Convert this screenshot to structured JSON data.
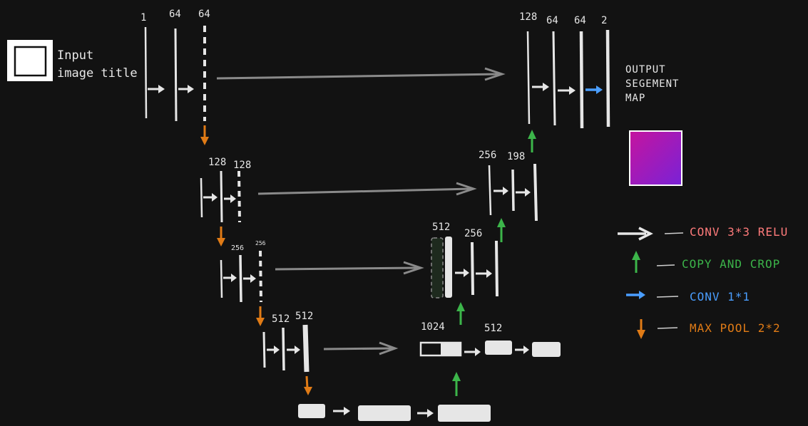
{
  "input": {
    "title": [
      "Input",
      "image title"
    ]
  },
  "output": {
    "title": [
      "OUTPUT",
      "SEGEMENT",
      "MAP"
    ]
  },
  "channels": {
    "enc1": [
      "1",
      "64",
      "64"
    ],
    "enc2": [
      "128",
      "128"
    ],
    "enc3": [
      "256",
      "256"
    ],
    "enc4": [
      "512",
      "512"
    ],
    "mid": [
      "1024",
      "512"
    ],
    "dec3": [
      "512",
      "256"
    ],
    "dec2": [
      "256",
      "198"
    ],
    "dec1": [
      "128",
      "64",
      "64",
      "2"
    ]
  },
  "legend": [
    {
      "arrow": "white-right-arrow",
      "label": "CONV 3*3 RELU",
      "color": "#ff7b7b"
    },
    {
      "arrow": "green-up-arrow",
      "label": "COPY AND CROP",
      "color": "#3cb54a"
    },
    {
      "arrow": "blue-right-arrow",
      "label": "CONV 1*1",
      "color": "#4a9eff"
    },
    {
      "arrow": "orange-down-arrow",
      "label": "MAX POOL 2*2",
      "color": "#e07b16"
    }
  ],
  "colors": {
    "background": "#121212",
    "conv": "#e6e6e6",
    "skip": "#8a8a8a",
    "copy_crop": "#3cb54a",
    "conv1x1": "#4a9eff",
    "maxpool": "#e07b16",
    "output_map_from": "#c4149f",
    "output_map_to": "#7a22d6"
  }
}
